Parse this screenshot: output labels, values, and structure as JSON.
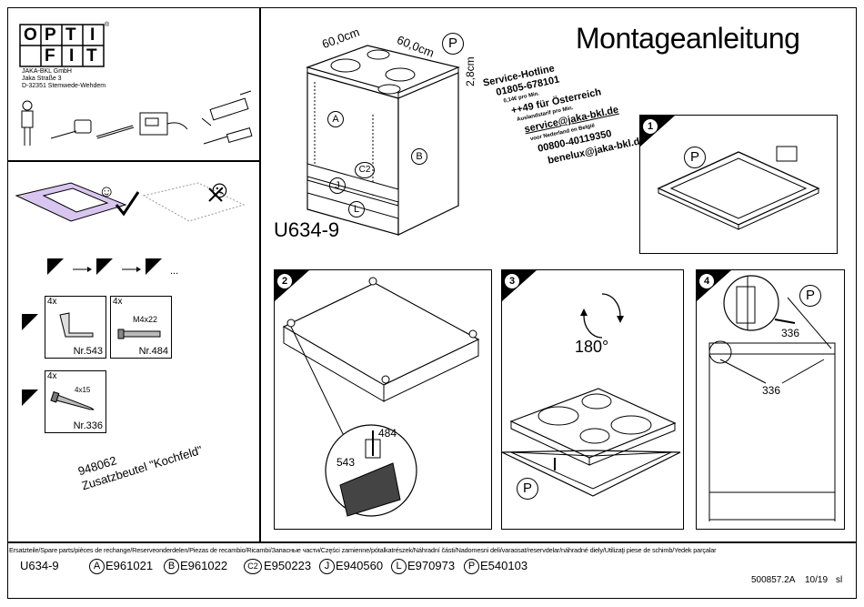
{
  "brand": {
    "logo_letters": [
      "O",
      "P",
      "T",
      "I",
      "F",
      "I",
      "T"
    ],
    "registered": "®",
    "company": "JAKA-BKL GmbH",
    "street": "Jaka Straße 3",
    "city": "D-32351 Stemwede-Wehdem"
  },
  "title": "Montageanleitung",
  "product": {
    "model": "U634-9",
    "dim_width": "60,0cm",
    "dim_depth": "60,0cm",
    "dim_height": "2,8cm",
    "labels": {
      "a": "A",
      "b": "B",
      "c2": "C2",
      "j": "J",
      "l": "L",
      "p": "P"
    }
  },
  "service": {
    "hotline_label": "Service-Hotline",
    "phone_de": "01805-678101",
    "price_note": "0,14€ pro Min.",
    "phone_at": "++49 für Österreich",
    "tariff_note": "Auslandstarif pro Min.",
    "email_de": "service@jaka-bkl.de",
    "nl_be_note": "voor Nederland en België",
    "phone_nl": "00800-40119350",
    "email_nl": "benelux@jaka-bkl.de"
  },
  "left": {
    "sequence_more": "...",
    "parts": [
      {
        "qty": "4x",
        "size": "",
        "nr": "Nr.543"
      },
      {
        "qty": "4x",
        "size": "M4x22",
        "nr": "Nr.484"
      },
      {
        "qty": "4x",
        "size": "4x15",
        "nr": "Nr.336"
      }
    ],
    "bag_number": "948062",
    "bag_label": "Zusatzbeutel \"Kochfeld\""
  },
  "steps": {
    "s1": {
      "num": "1",
      "label_p": "P"
    },
    "s2": {
      "num": "2",
      "label_543": "543",
      "label_484": "484"
    },
    "s3": {
      "num": "3",
      "rotation": "180°",
      "label_p": "P"
    },
    "s4": {
      "num": "4",
      "label_p": "P",
      "label_336_top": "336",
      "label_336_bottom": "336"
    }
  },
  "footer": {
    "spare_parts_heading": "Ersatzteile/Spare parts/pièces de rechange/Reserveonderdelen/Piezas de recambio/Ricambi/Запасные части/Części zamienne/pótalkatrészek/Náhradní části/Nadomesni deli/varaosat/reservdelar/náhradné diely/Utilizaţi piese de schimb/Yedek parçalar",
    "model": "U634-9",
    "parts": [
      {
        "key": "A",
        "code": "E961021"
      },
      {
        "key": "B",
        "code": "E961022"
      },
      {
        "key": "C2",
        "code": "E950223"
      },
      {
        "key": "J",
        "code": "E940560"
      },
      {
        "key": "L",
        "code": "E970973"
      },
      {
        "key": "P",
        "code": "E540103"
      }
    ],
    "doc_number": "500857.2A",
    "doc_date": "10/19",
    "doc_suffix": "sl"
  }
}
